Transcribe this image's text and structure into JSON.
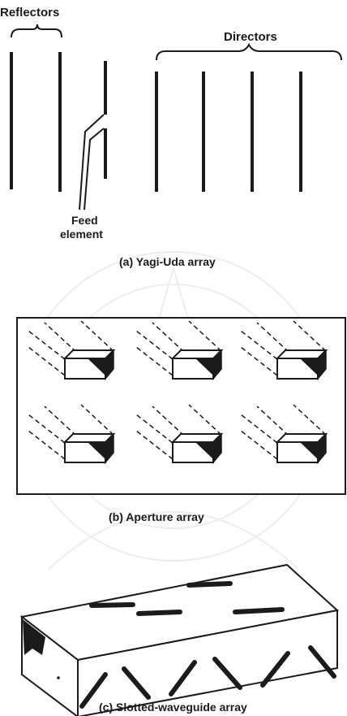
{
  "yagi": {
    "reflectors_label": "Reflectors",
    "directors_label": "Directors",
    "feed_label_line1": "Feed",
    "feed_label_line2": "element",
    "caption": "(a)  Yagi-Uda array"
  },
  "aperture": {
    "caption": "(b)  Aperture array"
  },
  "waveguide": {
    "caption": "(c)  Slotted-waveguide array"
  }
}
